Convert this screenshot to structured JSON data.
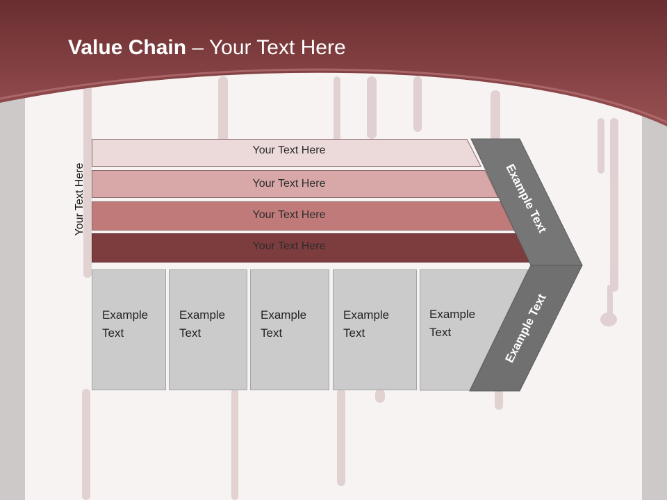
{
  "title": {
    "bold": "Value Chain",
    "rest": " – Your Text Here"
  },
  "vertical_label": "Your Text Here",
  "rows": [
    {
      "label": "Your Text Here",
      "color": "#ecd9d9"
    },
    {
      "label": "Your Text Here",
      "color": "#d8a8a8"
    },
    {
      "label": "Your Text Here",
      "color": "#c07a7a"
    },
    {
      "label": "Your Text Here",
      "color": "#7d3c3e"
    }
  ],
  "boxes": [
    {
      "label": "Example Text"
    },
    {
      "label": "Example Text"
    },
    {
      "label": "Example Text"
    },
    {
      "label": "Example Text"
    },
    {
      "label": "Example Text"
    }
  ],
  "chevron": {
    "top_label": "Example Text",
    "bottom_label": "Example Text",
    "top_color": "#767676",
    "bottom_color": "#707070"
  },
  "theme": {
    "header": "#8e4648",
    "accent": "#b87577"
  }
}
